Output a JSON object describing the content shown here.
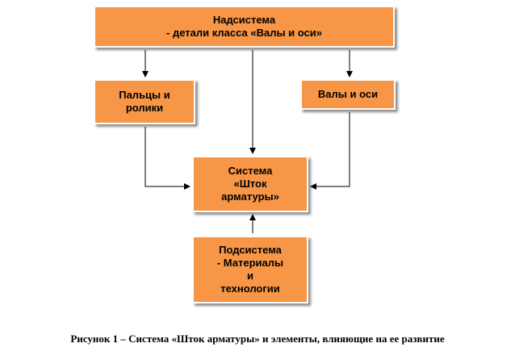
{
  "diagram": {
    "supersystem": "Надсистема\n- детали класса «Валы и оси»",
    "left_element": "Пальцы и\nролики",
    "right_element": "Валы и оси",
    "system": "Система\n«Шток\nарматуры»",
    "subsystem": "Подсистема\n- Материалы\nи\nтехнологии"
  },
  "caption": "Рисунок 1 – Система «Шток арматуры» и элементы, влияющие на ее развитие",
  "colors": {
    "box_fill": "#f79646",
    "arrow": "#000000"
  }
}
